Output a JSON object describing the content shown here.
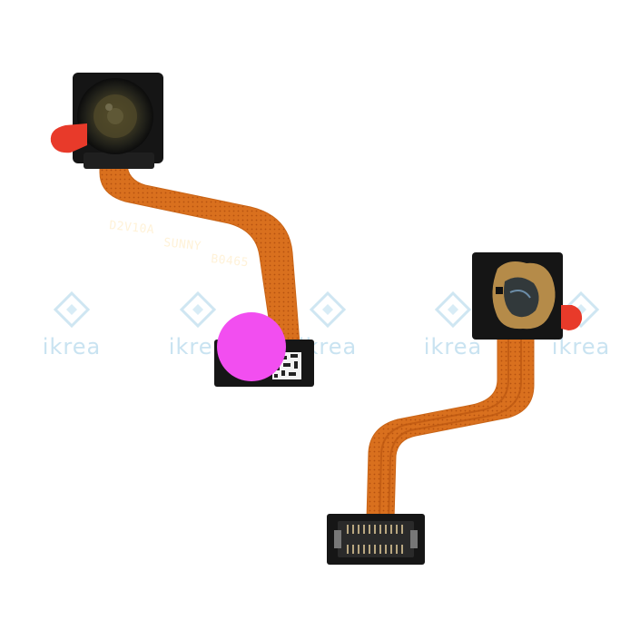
{
  "silkscreen": {
    "line1": "D2V10A",
    "line2": "SUNNY",
    "line3": "B0465"
  },
  "watermark": {
    "text": "ikrea"
  },
  "colors": {
    "background": "#ffffff",
    "flex_cable": "#d9701e",
    "flex_trace": "#b9560f",
    "module_black": "#1a1a1a",
    "red_tab": "#e83a2a",
    "magenta_sticker": "#f24ef0",
    "watermark": "#cfe6f2"
  }
}
